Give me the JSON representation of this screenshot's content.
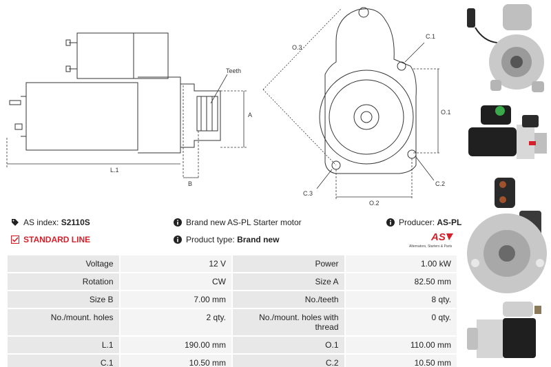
{
  "drawing": {
    "labels": {
      "teeth": "Teeth",
      "a": "A",
      "l1": "L.1",
      "b": "B",
      "o3": "O.3",
      "c1_top": "C.1",
      "o1": "O.1",
      "c2": "C.2",
      "c3": "C.3",
      "o2": "O.2"
    }
  },
  "info": {
    "as_index_label": "AS index:",
    "as_index_value": "S2110S",
    "standard_line": "STANDARD LINE",
    "description": "Brand new AS-PL Starter motor",
    "product_type_label": "Product type:",
    "product_type_value": "Brand new",
    "producer_label": "Producer:",
    "producer_value": "AS-PL",
    "logo_text": "AS",
    "logo_tagline": "Alternators, Starters & Parts"
  },
  "specs": [
    {
      "l1": "Voltage",
      "v1": "12 V",
      "l2": "Power",
      "v2": "1.00 kW"
    },
    {
      "l1": "Rotation",
      "v1": "CW",
      "l2": "Size A",
      "v2": "82.50 mm"
    },
    {
      "l1": "Size B",
      "v1": "7.00 mm",
      "l2": "No./teeth",
      "v2": "8 qty."
    },
    {
      "l1": "No./mount. holes",
      "v1": "2 qty.",
      "l2": "No./mount. holes with thread",
      "v2": "0 qty."
    },
    {
      "l1": "L.1",
      "v1": "190.00 mm",
      "l2": "O.1",
      "v2": "110.00 mm"
    },
    {
      "l1": "C.1",
      "v1": "10.50 mm",
      "l2": "C.2",
      "v2": "10.50 mm"
    }
  ],
  "colors": {
    "accent": "#d4202a",
    "cell": "#eeeeee"
  }
}
